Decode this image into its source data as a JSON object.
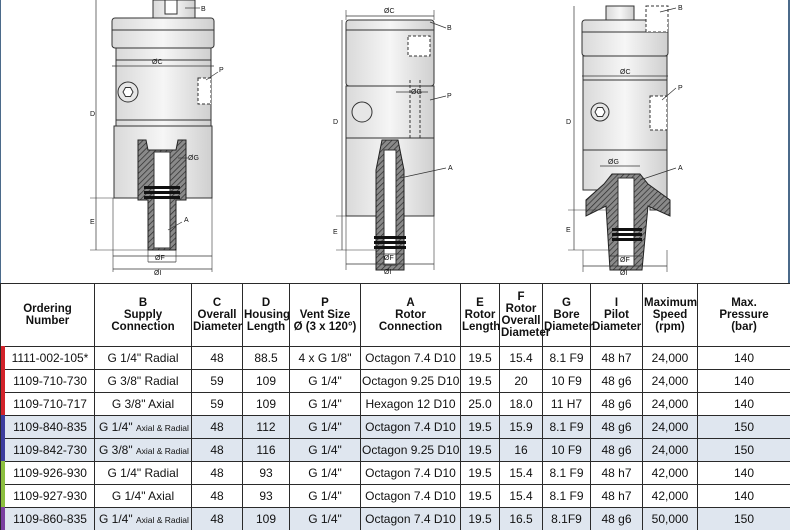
{
  "drawings": {
    "left": {
      "labels": {
        "B": "B",
        "C": "ØC",
        "P": "P",
        "D": "D",
        "G": "ØG",
        "E": "E",
        "A": "A",
        "F": "ØF",
        "I": "ØI"
      }
    },
    "middle": {
      "labels": {
        "C": "ØC",
        "B": "B",
        "G": "ØG",
        "P": "P",
        "D": "D",
        "A": "A",
        "E": "E",
        "F": "ØF",
        "I": "ØI"
      }
    },
    "right": {
      "labels": {
        "B": "B",
        "C": "ØC",
        "P": "P",
        "D": "D",
        "G": "ØG",
        "A": "A",
        "E": "E",
        "F": "ØF",
        "I": "ØI"
      }
    }
  },
  "table": {
    "headers": [
      "Ordering\nNumber",
      "B\nSupply\nConnection",
      "C\nOverall\nDiameter",
      "D\nHousing\nLength",
      "P\nVent Size\nØ (3 x 120°)",
      "A\nRotor Connection",
      "E\nRotor\nLength",
      "F\nRotor\nOverall\nDiameter",
      "G\nBore\nDiameter",
      "I\nPilot\nDiameter",
      "Maximum\nSpeed\n(rpm)",
      "Max.\nPressure\n(bar)"
    ],
    "rows": [
      {
        "color": "#d2232a",
        "shade": false,
        "ordering": "1111-002-105*",
        "supply": "G 1/4\" Radial",
        "supply_note": "",
        "c": "48",
        "d": "88.5",
        "p": "4 x G 1/8\"",
        "a": "Octagon 7.4 D10",
        "e": "19.5",
        "f": "15.4",
        "g": "8.1 F9",
        "i": "48 h7",
        "speed": "24,000",
        "pressure": "140"
      },
      {
        "color": "#d2232a",
        "shade": false,
        "ordering": "1109-710-730",
        "supply": "G 3/8\" Radial",
        "supply_note": "",
        "c": "59",
        "d": "109",
        "p": "G 1/4\"",
        "a": "Octagon 9.25 D10",
        "e": "19.5",
        "f": "20",
        "g": "10 F9",
        "i": "48 g6",
        "speed": "24,000",
        "pressure": "140"
      },
      {
        "color": "#d2232a",
        "shade": false,
        "ordering": "1109-710-717",
        "supply": "G 3/8\" Axial",
        "supply_note": "",
        "c": "59",
        "d": "109",
        "p": "G 1/4\"",
        "a": "Hexagon 12 D10",
        "e": "25.0",
        "f": "18.0",
        "g": "11 H7",
        "i": "48 g6",
        "speed": "24,000",
        "pressure": "140"
      },
      {
        "color": "#3d3d9e",
        "shade": true,
        "ordering": "1109-840-835",
        "supply": "G 1/4\"",
        "supply_note": "Axial & Radial",
        "c": "48",
        "d": "112",
        "p": "G 1/4\"",
        "a": "Octagon 7.4 D10",
        "e": "19.5",
        "f": "15.9",
        "g": "8.1 F9",
        "i": "48 g6",
        "speed": "24,000",
        "pressure": "150"
      },
      {
        "color": "#3d3d9e",
        "shade": true,
        "ordering": "1109-842-730",
        "supply": "G 3/8\"",
        "supply_note": "Axial & Radial",
        "c": "48",
        "d": "116",
        "p": "G 1/4\"",
        "a": "Octagon 9.25 D10",
        "e": "19.5",
        "f": "16",
        "g": "10 F9",
        "i": "48 g6",
        "speed": "24,000",
        "pressure": "150"
      },
      {
        "color": "#8cbf3f",
        "shade": false,
        "ordering": "1109-926-930",
        "supply": "G 1/4\" Radial",
        "supply_note": "",
        "c": "48",
        "d": "93",
        "p": "G 1/4\"",
        "a": "Octagon 7.4 D10",
        "e": "19.5",
        "f": "15.4",
        "g": "8.1 F9",
        "i": "48 h7",
        "speed": "42,000",
        "pressure": "140"
      },
      {
        "color": "#8cbf3f",
        "shade": false,
        "ordering": "1109-927-930",
        "supply": "G 1/4\" Axial",
        "supply_note": "",
        "c": "48",
        "d": "93",
        "p": "G 1/4\"",
        "a": "Octagon 7.4 D10",
        "e": "19.5",
        "f": "15.4",
        "g": "8.1 F9",
        "i": "48 h7",
        "speed": "42,000",
        "pressure": "140"
      },
      {
        "color": "#7b3fa0",
        "shade": true,
        "ordering": "1109-860-835",
        "supply": "G 1/4\"",
        "supply_note": "Axial & Radial",
        "c": "48",
        "d": "109",
        "p": "G 1/4\"",
        "a": "Octagon 7.4 D10",
        "e": "19.5",
        "f": "16.5",
        "g": "8.1F9",
        "i": "48 g6",
        "speed": "50,000",
        "pressure": "150"
      }
    ]
  },
  "colors": {
    "frame": "#4b6a8a",
    "section": "#5a5a5a",
    "hatch": "#2b2b2b"
  }
}
